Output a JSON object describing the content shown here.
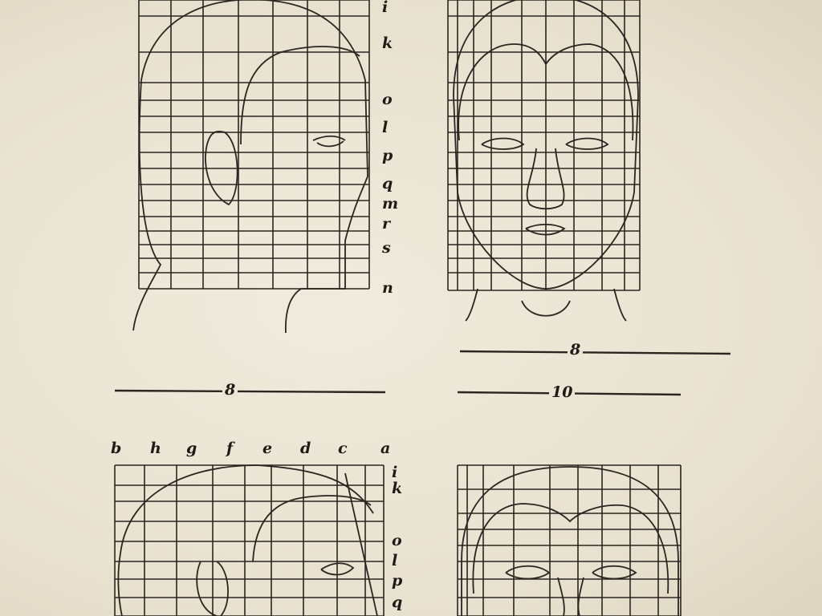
{
  "top_left_figure": {
    "side_letters": [
      "i",
      "k",
      "o",
      "l",
      "p",
      "q",
      "m",
      "r",
      "s",
      "n"
    ],
    "measure_label": "8"
  },
  "top_right_figure": {
    "measure_labels": [
      "8",
      "10"
    ]
  },
  "bottom_left_figure": {
    "top_letters": [
      "b",
      "h",
      "g",
      "f",
      "e",
      "d",
      "c",
      "a"
    ],
    "side_letters": [
      "i",
      "k",
      "o",
      "l",
      "p",
      "q"
    ]
  },
  "colors": {
    "paper": "#ece6d6",
    "ink": "#2a2520"
  }
}
